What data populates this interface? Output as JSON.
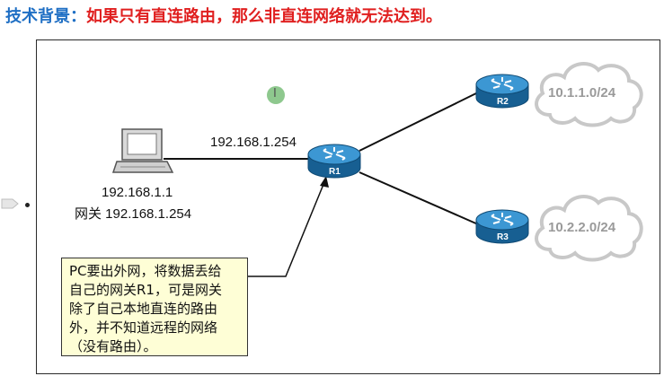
{
  "heading": {
    "label": "技术背景：",
    "text": "如果只有直连路由，那么非直连网络就无法达到。"
  },
  "pc": {
    "ip": "192.168.1.1",
    "gateway": "网关 192.168.1.254"
  },
  "link_label": "192.168.1.254",
  "routers": {
    "r1": "R1",
    "r2": "R2",
    "r3": "R3"
  },
  "clouds": {
    "top": "10.1.1.0/24",
    "bottom": "10.2.2.0/24"
  },
  "note": {
    "lines": [
      "PC要出外网，将数据丢给",
      "自己的网关R1，可是网关",
      "除了自己本地直连的路由",
      "外，并不知道远程的网络",
      "（没有路由）。"
    ]
  },
  "colors": {
    "heading_label": "#1f6fc4",
    "heading_text": "#e02020",
    "router": "#1e78b4",
    "note_bg": "#fefed6"
  }
}
